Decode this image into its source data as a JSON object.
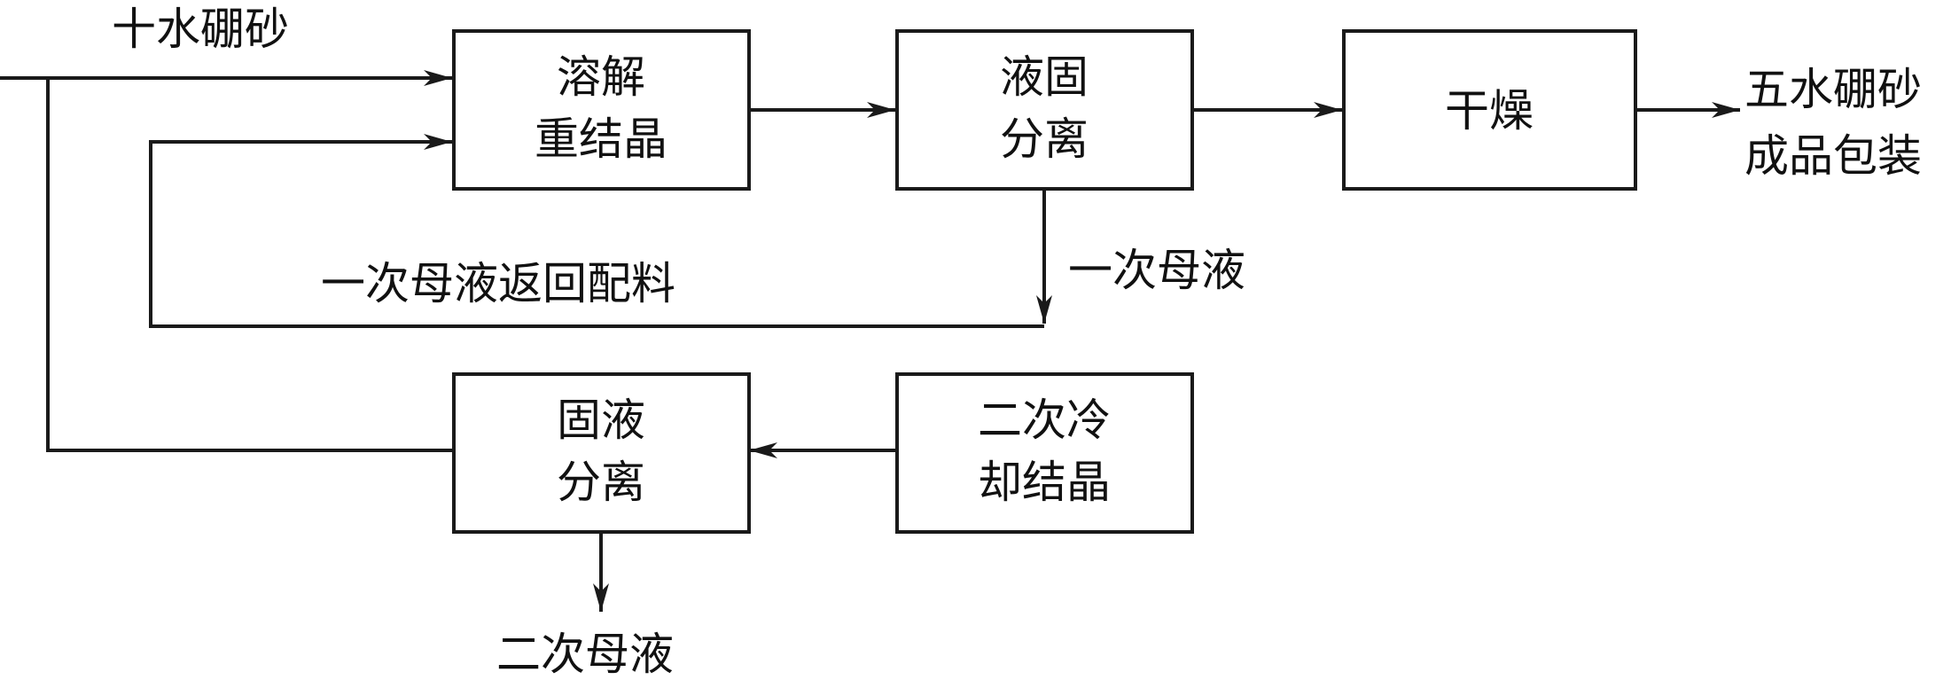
{
  "title": "",
  "boxes": {
    "dissolve": {
      "line1": "溶解",
      "line2": "重结晶"
    },
    "separation_1": {
      "line1": "液固",
      "line2": "分离"
    },
    "drying": {
      "line1": "干燥"
    },
    "separation_2": {
      "line1": "固液",
      "line2": "分离"
    },
    "cooling": {
      "line1": "二次冷",
      "line2": "却结晶"
    }
  },
  "labels": {
    "input": "十水硼砂",
    "output_line1": "五水硼砂",
    "output_line2": "成品包装",
    "primary_mother_liquor": "一次母液",
    "return_label": "一次母液返回配料",
    "secondary_mother_liquor": "二次母液"
  },
  "colors": {
    "line": "#1a1a1a",
    "text": "#111111",
    "background": "#ffffff"
  }
}
